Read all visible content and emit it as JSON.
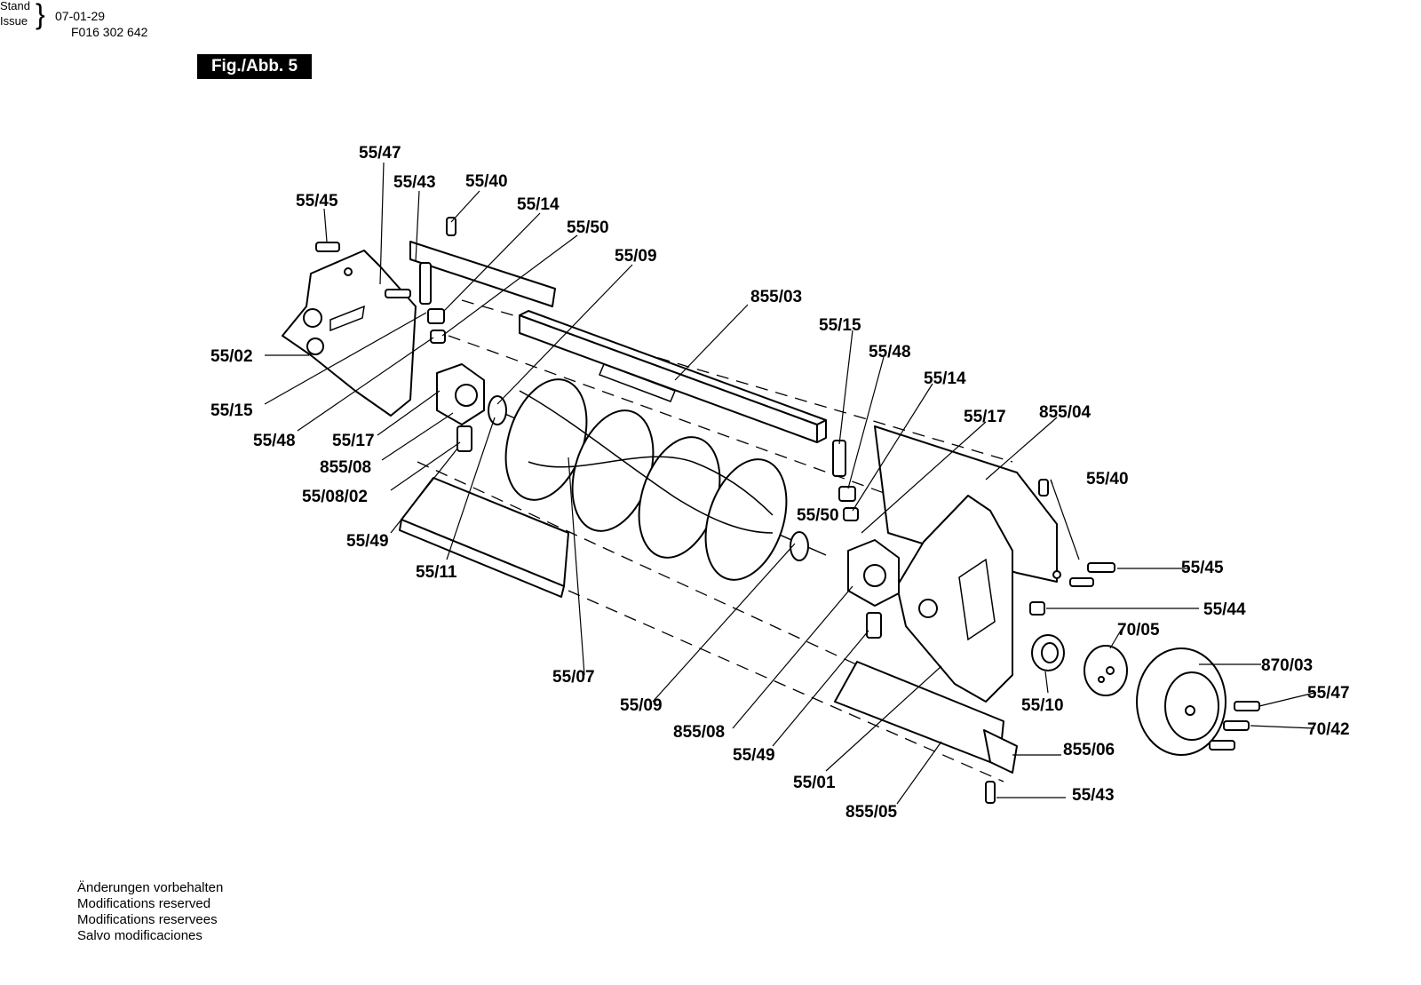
{
  "header": {
    "doc_number": "F016 302 642",
    "stand_label": "Stand",
    "issue_label": "Issue",
    "issue_date": "07-01-29",
    "figure_label": "Fig./Abb. 5"
  },
  "callouts": {
    "c1": "55/47",
    "c2": "55/43",
    "c3": "55/40",
    "c4": "55/45",
    "c5": "55/14",
    "c6": "55/50",
    "c7": "55/09",
    "c8": "855/03",
    "c9": "55/02",
    "c10": "55/15",
    "c11": "55/48",
    "c12": "55/17",
    "c13": "855/08",
    "c14": "55/08/02",
    "c15": "55/49",
    "c16": "55/11",
    "c17": "55/15",
    "c18": "55/48",
    "c19": "55/14",
    "c20": "55/17",
    "c21": "855/04",
    "c22": "55/40",
    "c23": "55/50",
    "c24": "55/45",
    "c25": "55/44",
    "c26": "70/05",
    "c27": "870/03",
    "c28": "55/47",
    "c29": "70/42",
    "c30": "55/10",
    "c31": "55/07",
    "c32": "55/09",
    "c33": "855/08",
    "c34": "55/49",
    "c35": "55/01",
    "c36": "855/05",
    "c37": "855/06",
    "c38": "55/43"
  },
  "notes": [
    "Änderungen vorbehalten",
    "Modifications reserved",
    "Modifications reservees",
    "Salvo modificaciones"
  ]
}
